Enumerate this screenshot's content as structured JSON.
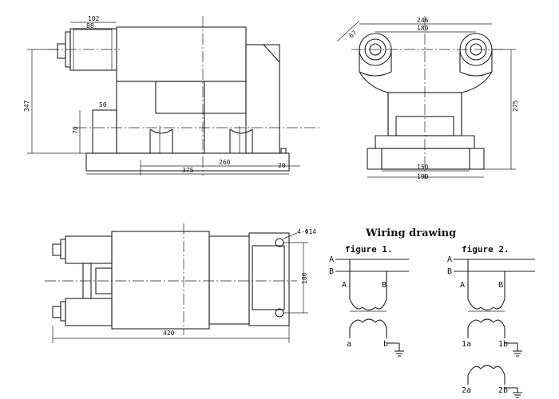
{
  "dimensions": {
    "front_top_outer": "102",
    "front_top_inner": "88",
    "front_height": "347",
    "front_box_w": "50",
    "front_box_h": "70",
    "front_mid": "260",
    "front_base": "375",
    "front_right_gap": "20",
    "side_angle": "67",
    "side_top_outer": "246",
    "side_top_inner": "180",
    "side_height": "275",
    "side_base_inner": "150",
    "side_base_outer": "190",
    "plan_hole": "4-Φ14",
    "plan_height": "180",
    "plan_length": "420"
  },
  "wiring": {
    "title": "Wiring drawing",
    "figure1": {
      "label": "figure 1.",
      "lines": [
        "A",
        "B"
      ],
      "primary": [
        "A",
        "B"
      ],
      "secondary": [
        "a",
        "b"
      ]
    },
    "figure2": {
      "label": "figure 2.",
      "lines": [
        "A",
        "B"
      ],
      "primary": [
        "A",
        "B"
      ],
      "secondary1": [
        "1a",
        "1b"
      ],
      "secondary2": [
        "2a",
        "2b"
      ]
    }
  }
}
